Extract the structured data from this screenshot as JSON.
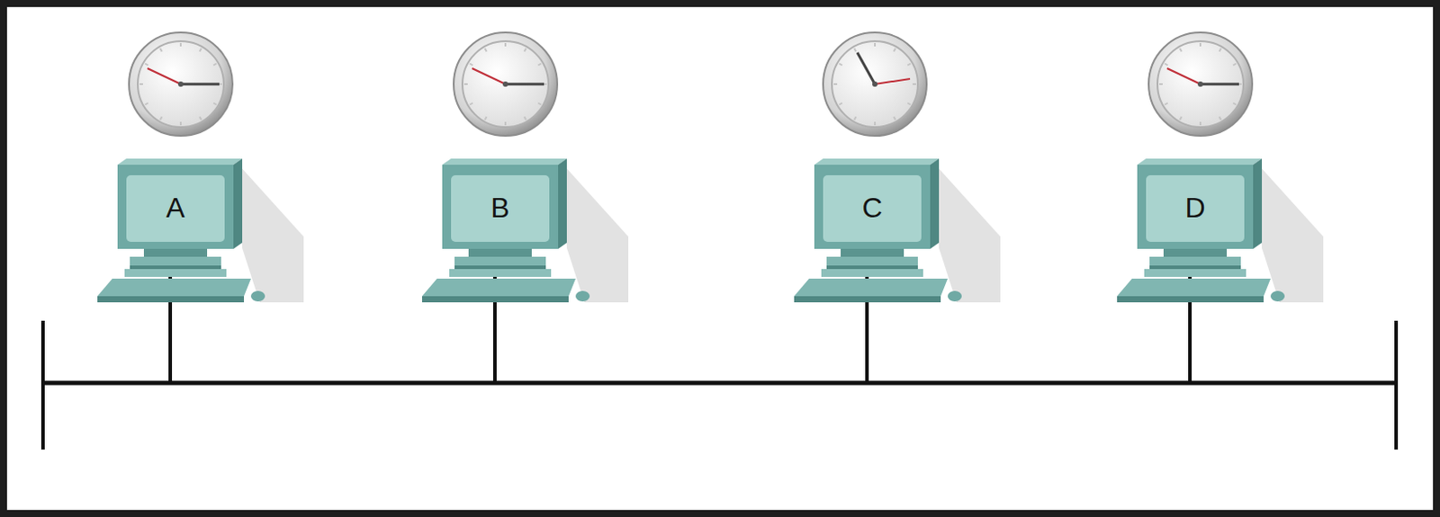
{
  "diagram": {
    "nodes": [
      {
        "text": [
          "A"
        ]
      },
      {
        "text": [
          "B"
        ]
      },
      {
        "text": [
          "C"
        ]
      },
      {
        "text": [
          "D"
        ]
      }
    ],
    "edges": [
      {
        "from": 0,
        "to": 1,
        "arrow": "none"
      },
      {
        "from": 1,
        "to": 2,
        "arrow": "none"
      },
      {
        "from": 2,
        "to": 3,
        "arrow": "none"
      }
    ]
  }
}
